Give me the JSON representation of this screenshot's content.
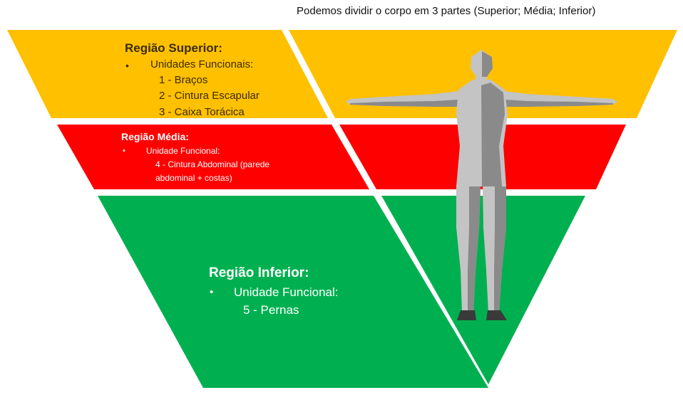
{
  "caption": "Podemos dividir o corpo em 3 partes (Superior; Média; Inferior)",
  "colors": {
    "superior": "#ffc000",
    "media": "#ff0000",
    "inferior": "#00b050",
    "body": "#c4c4c4",
    "body_shadow": "#8a8a8a",
    "shoes": "#3a3a3a"
  },
  "regions": {
    "superior": {
      "title": "Região Superior:",
      "bullet": "•",
      "label": "Unidades Funcionais:",
      "items": [
        "1 - Braços",
        "2 - Cintura Escapular",
        "3 - Caixa Torácica"
      ]
    },
    "media": {
      "title": "Região Média:",
      "bullet": "•",
      "label": "Unidade Funcional:",
      "items": [
        "4 - Cintura Abdominal (parede",
        "abdominal + costas)"
      ]
    },
    "inferior": {
      "title": "Região Inferior:",
      "bullet": "•",
      "label": "Unidade Funcional:",
      "items": [
        "5 - Pernas"
      ]
    }
  },
  "figure": {
    "icon": "human-figure-icon"
  }
}
